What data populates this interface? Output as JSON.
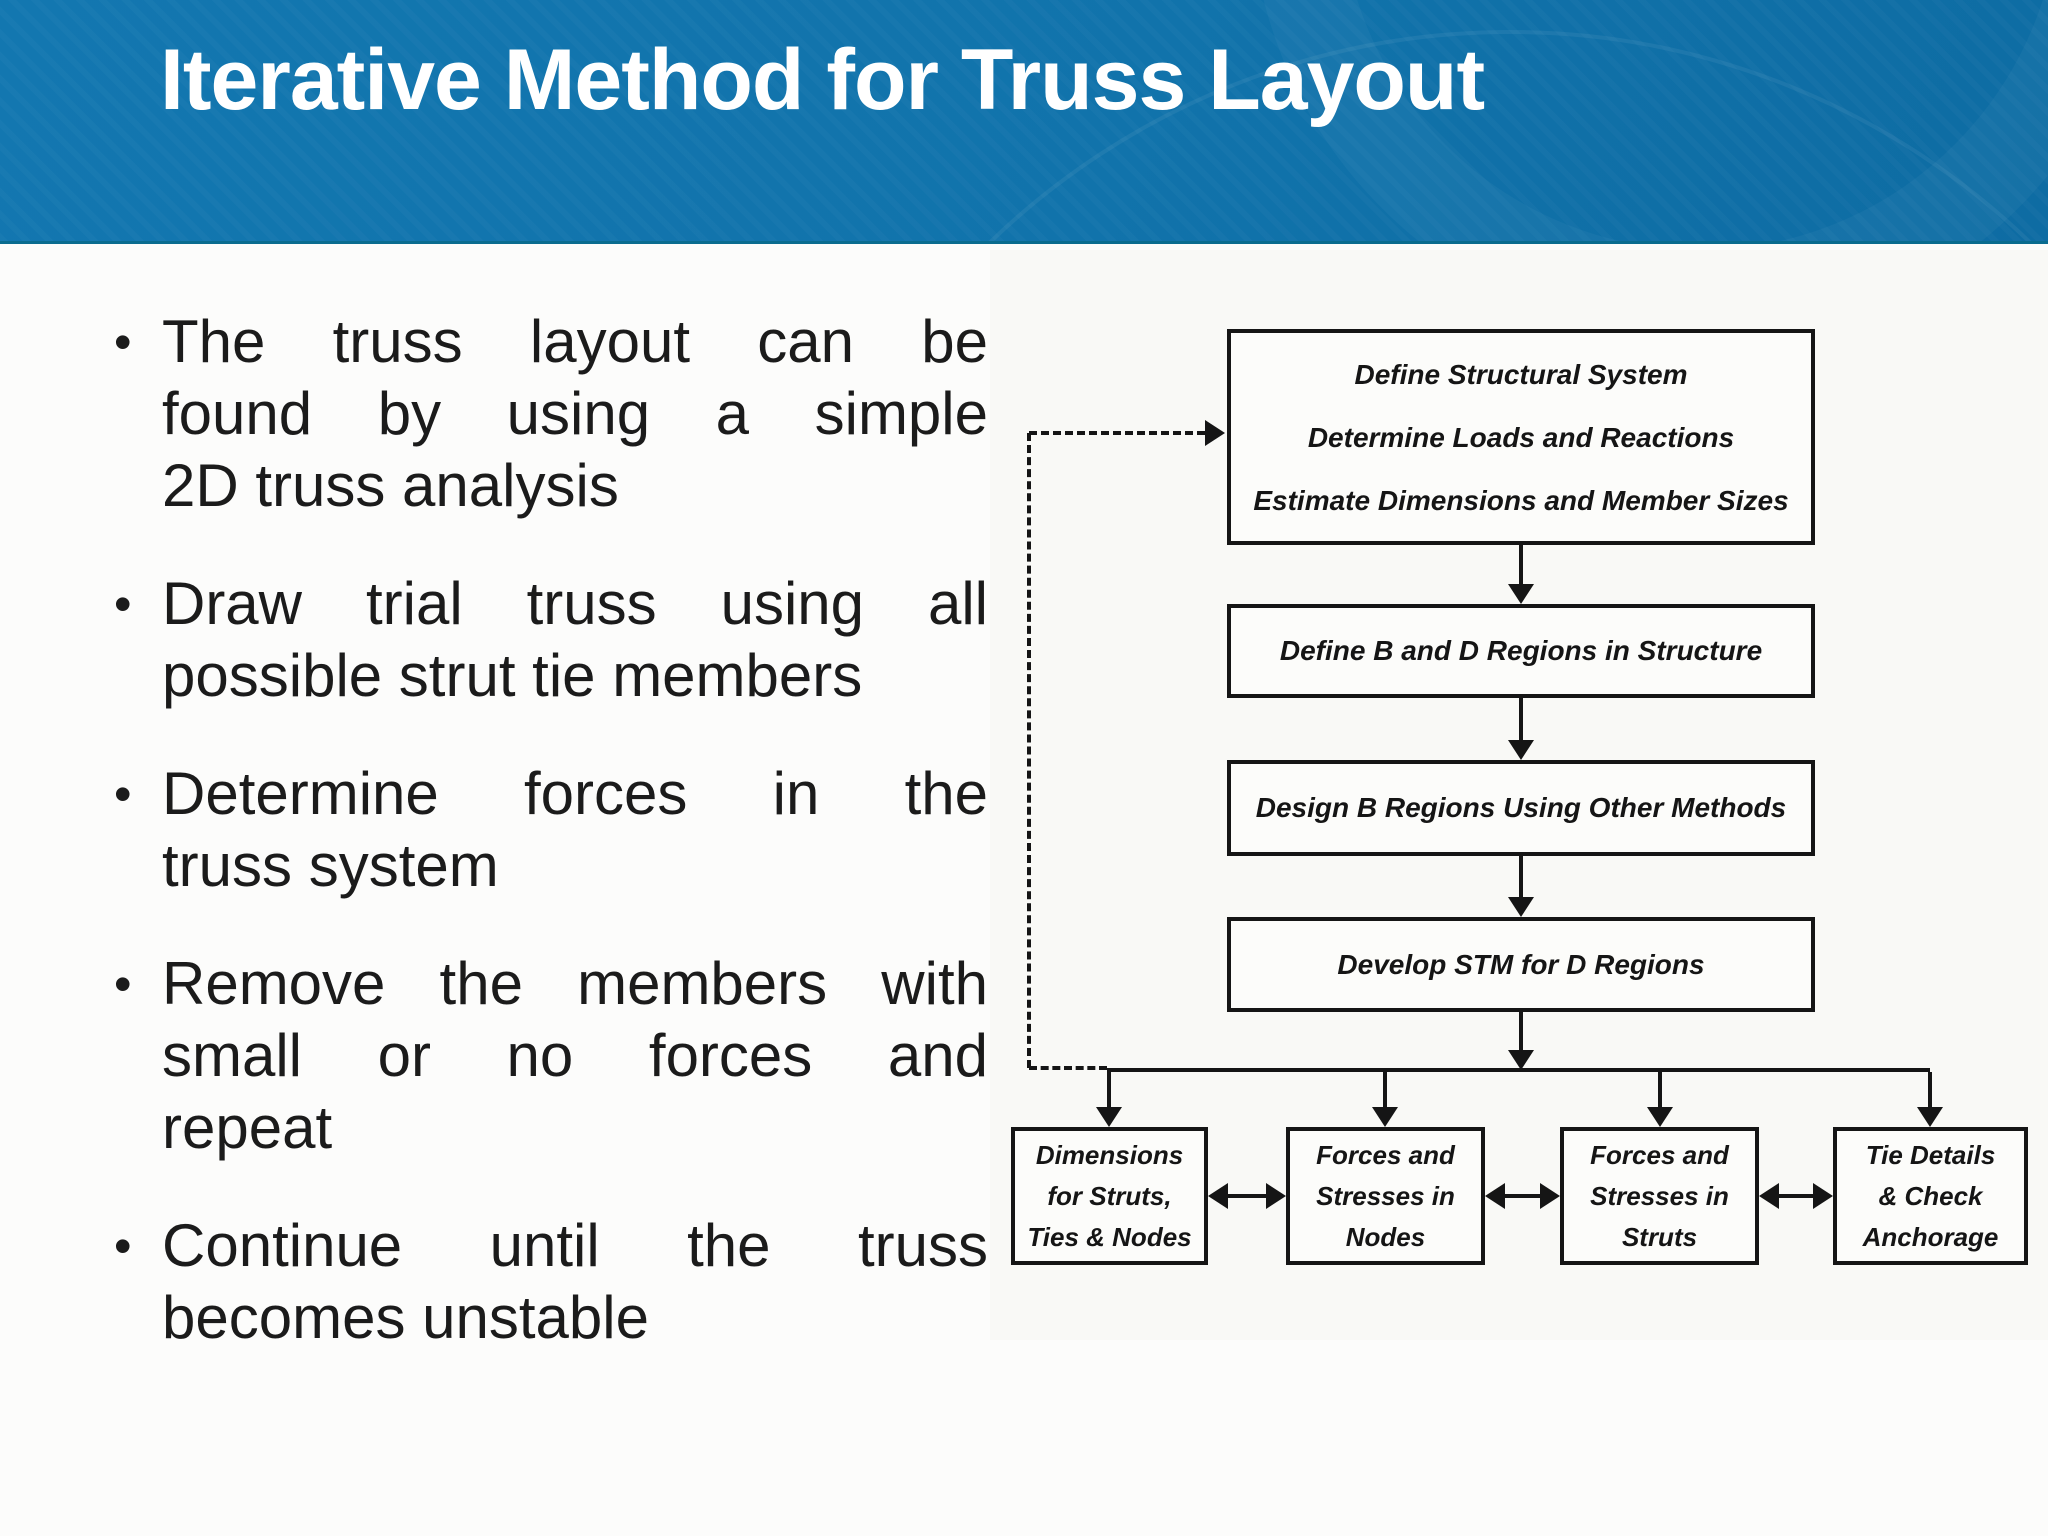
{
  "header": {
    "title": "Iterative Method for Truss Layout"
  },
  "bullet_char": "•",
  "bullets": [
    {
      "lines": [
        "The truss layout can be",
        "found by using a simple",
        "2D truss analysis"
      ]
    },
    {
      "lines": [
        "Draw trial truss using all",
        "possible strut tie members"
      ]
    },
    {
      "lines": [
        "Determine forces in the",
        "truss system"
      ]
    },
    {
      "lines": [
        "Remove the members with",
        "small or no forces and",
        "repeat"
      ]
    },
    {
      "lines": [
        "Continue until the truss",
        "becomes unstable"
      ]
    }
  ],
  "flowchart": {
    "top_box_lines": [
      "Define Structural System",
      "Determine Loads and Reactions",
      "Estimate Dimensions and Member Sizes"
    ],
    "mid_boxes": [
      "Define B and D Regions in Structure",
      "Design B Regions Using Other Methods",
      "Develop STM for D Regions"
    ],
    "bottom_boxes": [
      {
        "lines": [
          "Dimensions",
          "for Struts,",
          "Ties & Nodes"
        ]
      },
      {
        "lines": [
          "Forces and",
          "Stresses in",
          "Nodes"
        ]
      },
      {
        "lines": [
          "Forces and",
          "Stresses in",
          "Struts"
        ]
      },
      {
        "lines": [
          "Tie Details",
          "& Check",
          "Anchorage"
        ]
      }
    ]
  },
  "colors": {
    "banner_blue": "#1173ab",
    "banner_edge": "#0a6c8f",
    "slide_bg": "#fcfcfb",
    "text": "#1b1b1b",
    "diagram_ink": "#151515",
    "diagram_bg": "#f9f9f6",
    "title_color": "#ffffff"
  }
}
